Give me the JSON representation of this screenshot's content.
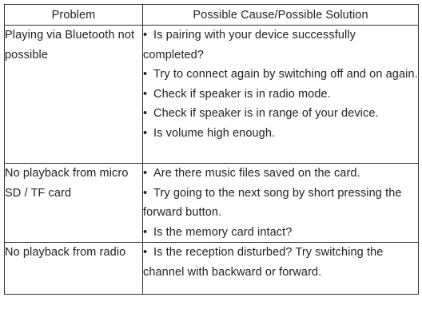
{
  "table": {
    "headers": {
      "problem": "Problem",
      "solution": "Possible Cause/Possible Solution"
    },
    "rows": [
      {
        "problem": "Playing via Bluetooth not possible",
        "solutions": [
          "Is pairing with your device successfully completed?",
          "Try to connect again by switching off and on again.",
          "Check if speaker is in radio mode.",
          "Check if speaker is in range of your device.",
          "Is volume high enough."
        ]
      },
      {
        "problem": "No playback from micro SD / TF card",
        "solutions": [
          "Are there music files saved on the card.",
          "Try going to the next song by short pressing the forward button.",
          "Is the memory card intact?"
        ]
      },
      {
        "problem": "No playback from radio",
        "solutions": [
          "Is the reception disturbed? Try switching the channel with backward or forward."
        ]
      }
    ],
    "bullet_symbol": "•"
  }
}
